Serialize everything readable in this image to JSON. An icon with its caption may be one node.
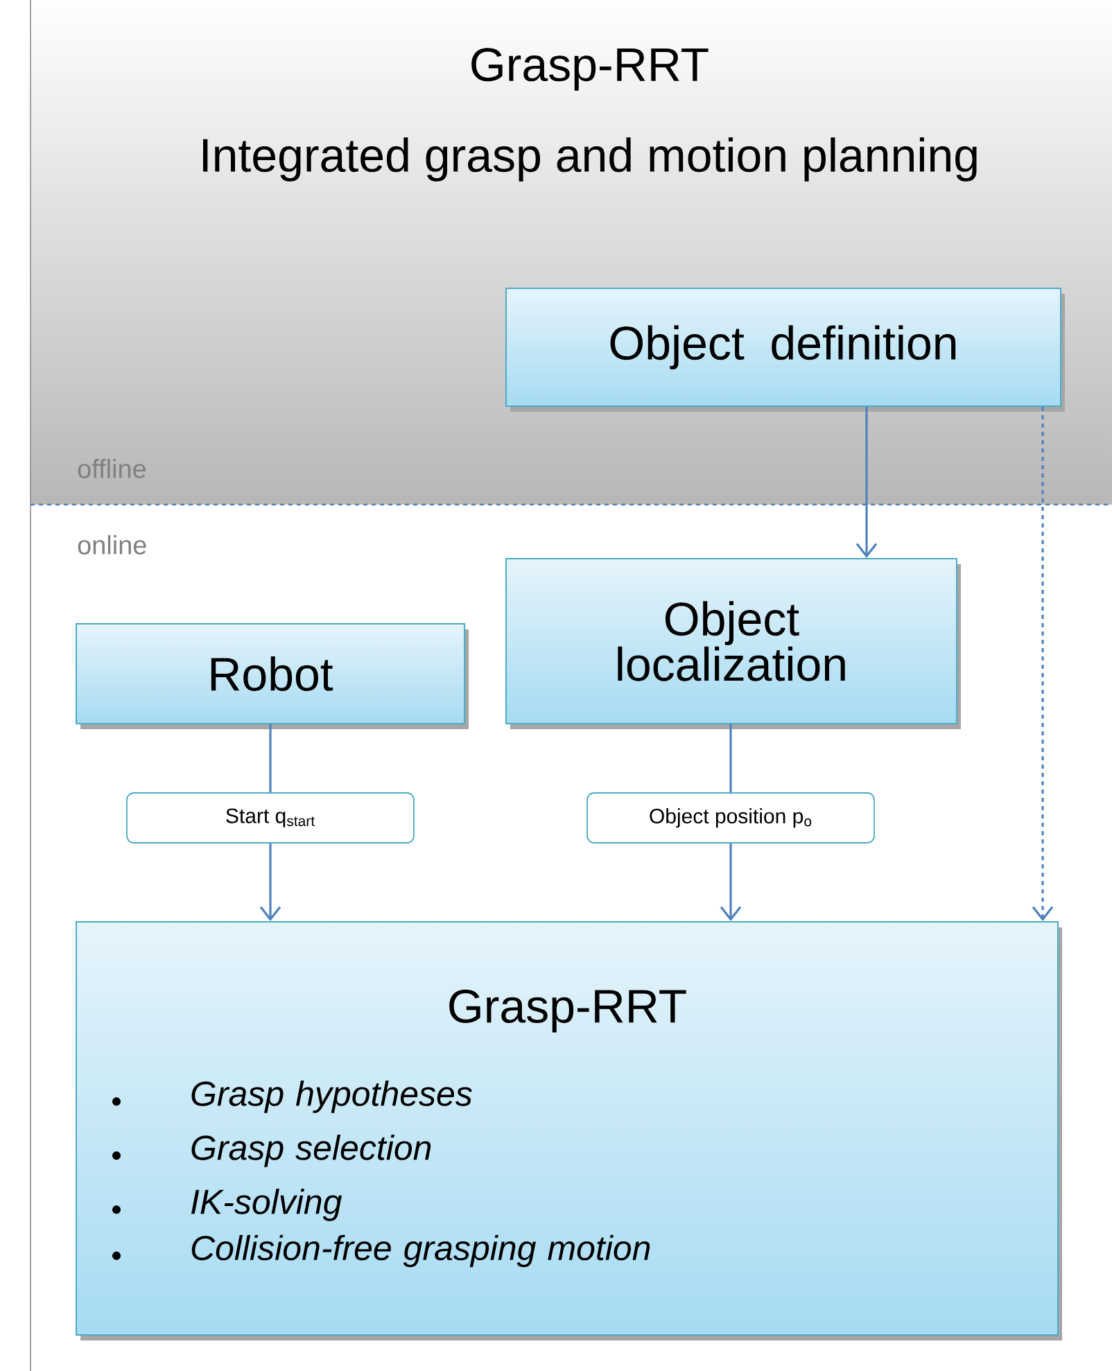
{
  "diagram": {
    "title": "Grasp-RRT",
    "nodes": [
      {
        "text": [
          "Object definition"
        ]
      },
      {
        "text": [
          "Robot"
        ]
      },
      {
        "text": [
          "Object localization"
        ]
      },
      {
        "text": [
          "Grasp-RRT",
          "Grasp hypotheses",
          "Grasp selection",
          "IK-solving",
          "Collision-free grasping motion"
        ]
      }
    ],
    "edges": [
      {
        "from": 0,
        "to": 2,
        "arrow": "to"
      },
      {
        "from": 1,
        "to": 3,
        "arrow": "to",
        "label": "Start q$_{start}$"
      },
      {
        "from": 2,
        "to": 3,
        "arrow": "to",
        "label": "Object position p$_{o}$"
      },
      {
        "from": 0,
        "to": 3,
        "arrow": "to",
        "style": "dashed"
      }
    ],
    "labels": [
      "Integrated grasp and motion planning",
      "offline",
      "online"
    ]
  }
}
